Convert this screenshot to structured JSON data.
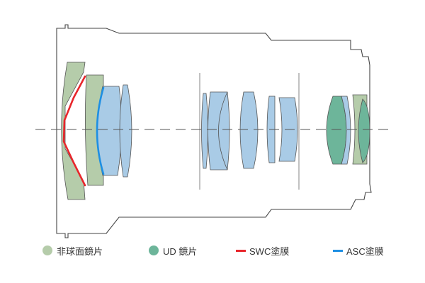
{
  "colors": {
    "aspherical": "#b5ccaa",
    "ud": "#6db59a",
    "standard": "#a9cbe6",
    "swc": "#e8262b",
    "asc": "#1e8fe3",
    "outline": "#444444"
  },
  "legend": {
    "aspherical": "非球面鏡片",
    "ud": "UD 鏡片",
    "swc": "SWC塗膜",
    "asc": "ASC塗膜"
  }
}
